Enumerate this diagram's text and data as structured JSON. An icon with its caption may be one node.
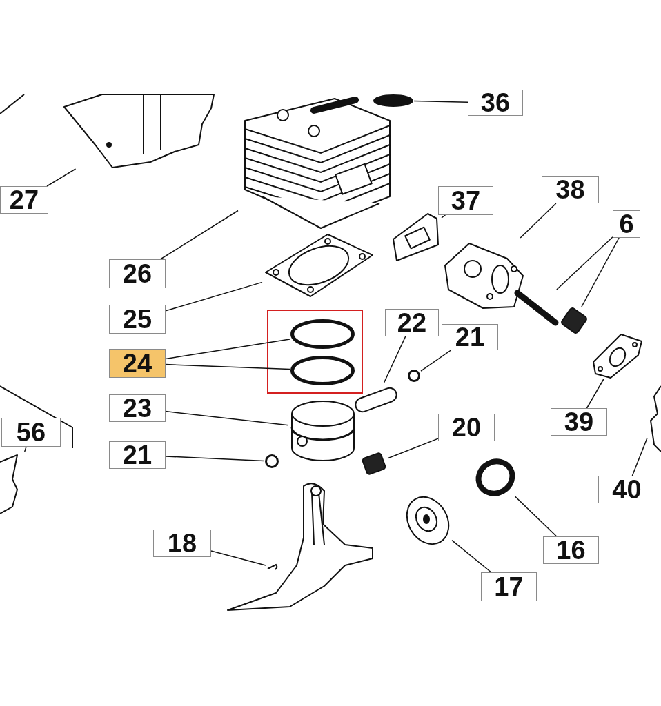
{
  "diagram": {
    "nodes": [
      {
        "text": [
          "36"
        ]
      },
      {
        "text": [],
        "shape": "circle"
      },
      {
        "text": [
          "27"
        ]
      },
      {
        "text": [],
        "shape": "picture"
      },
      {
        "text": [
          "26"
        ]
      },
      {
        "text": [],
        "shape": "picture"
      },
      {
        "text": [
          "37"
        ]
      },
      {
        "text": [],
        "shape": "picture"
      },
      {
        "text": [
          "38"
        ]
      },
      {
        "text": [],
        "shape": "picture"
      },
      {
        "text": [
          "6"
        ]
      },
      {
        "text": [],
        "shape": "picture"
      },
      {
        "text": [],
        "shape": "box"
      },
      {
        "text": [
          "25"
        ]
      },
      {
        "text": [],
        "shape": "picture"
      },
      {
        "text": [
          "24"
        ]
      },
      {
        "text": [],
        "shape": "circle"
      },
      {
        "text": [],
        "shape": "circle"
      },
      {
        "text": [
          "22"
        ]
      },
      {
        "text": [],
        "shape": "bar"
      },
      {
        "text": [
          "21"
        ]
      },
      {
        "text": [],
        "shape": "circle"
      },
      {
        "text": [
          "39"
        ]
      },
      {
        "text": [],
        "shape": "picture"
      },
      {
        "text": [
          "23"
        ]
      },
      {
        "text": [],
        "shape": "picture"
      },
      {
        "text": [
          "56"
        ]
      },
      {
        "text": [],
        "shape": "picture"
      },
      {
        "text": [
          "20"
        ]
      },
      {
        "text": [],
        "shape": "box"
      },
      {
        "text": [
          "21"
        ]
      },
      {
        "text": [],
        "shape": "circle"
      },
      {
        "text": [
          "40"
        ]
      },
      {
        "text": [],
        "shape": "picture"
      },
      {
        "text": [
          "16"
        ]
      },
      {
        "text": [],
        "shape": "circle"
      },
      {
        "text": [
          "18"
        ]
      },
      {
        "text": [],
        "shape": "picture"
      },
      {
        "text": [
          "17"
        ]
      },
      {
        "text": [],
        "shape": "picture"
      }
    ],
    "edges": [
      {
        "from": 0,
        "to": 1,
        "arrow": "none"
      },
      {
        "from": 2,
        "to": 3,
        "arrow": "none"
      },
      {
        "from": 4,
        "to": 5,
        "arrow": "none"
      },
      {
        "from": 6,
        "to": 7,
        "arrow": "none"
      },
      {
        "from": 8,
        "to": 9,
        "arrow": "none"
      },
      {
        "from": 10,
        "to": 11,
        "arrow": "none"
      },
      {
        "from": 10,
        "to": 12,
        "arrow": "none"
      },
      {
        "from": 13,
        "to": 14,
        "arrow": "none"
      },
      {
        "from": 15,
        "to": 16,
        "arrow": "none"
      },
      {
        "from": 15,
        "to": 17,
        "arrow": "none"
      },
      {
        "from": 18,
        "to": 19,
        "arrow": "none"
      },
      {
        "from": 20,
        "to": 21,
        "arrow": "none"
      },
      {
        "from": 22,
        "to": 23,
        "arrow": "none"
      },
      {
        "from": 24,
        "to": 25,
        "arrow": "none"
      },
      {
        "from": 26,
        "to": 27,
        "arrow": "none"
      },
      {
        "from": 28,
        "to": 29,
        "arrow": "none"
      },
      {
        "from": 30,
        "to": 31,
        "arrow": "none"
      },
      {
        "from": 32,
        "to": 33,
        "arrow": "none"
      },
      {
        "from": 34,
        "to": 35,
        "arrow": "none"
      },
      {
        "from": 36,
        "to": 37,
        "arrow": "none"
      },
      {
        "from": 38,
        "to": 39,
        "arrow": "none"
      }
    ]
  }
}
